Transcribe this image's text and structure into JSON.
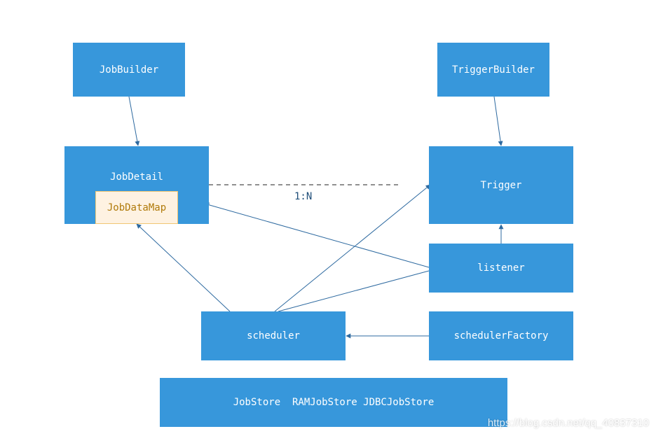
{
  "colors": {
    "box_fill": "#3797db",
    "box_text": "#ffffff",
    "inner_fill": "#fef2e2",
    "inner_text": "#b07a0a",
    "line": "#2e6aa0",
    "dash": "#222222"
  },
  "nodes": {
    "job_builder": "JobBuilder",
    "trigger_builder": "TriggerBuilder",
    "job_detail": "JobDetail",
    "job_data_map": "JobDataMap",
    "trigger": "Trigger",
    "listener": "listener",
    "scheduler": "scheduler",
    "scheduler_factory": "schedulerFactory",
    "job_store": "JobStore  RAMJobStore JDBCJobStore"
  },
  "relation_label": "1:N",
  "watermark": "https://blog.csdn.net/qq_40837310"
}
